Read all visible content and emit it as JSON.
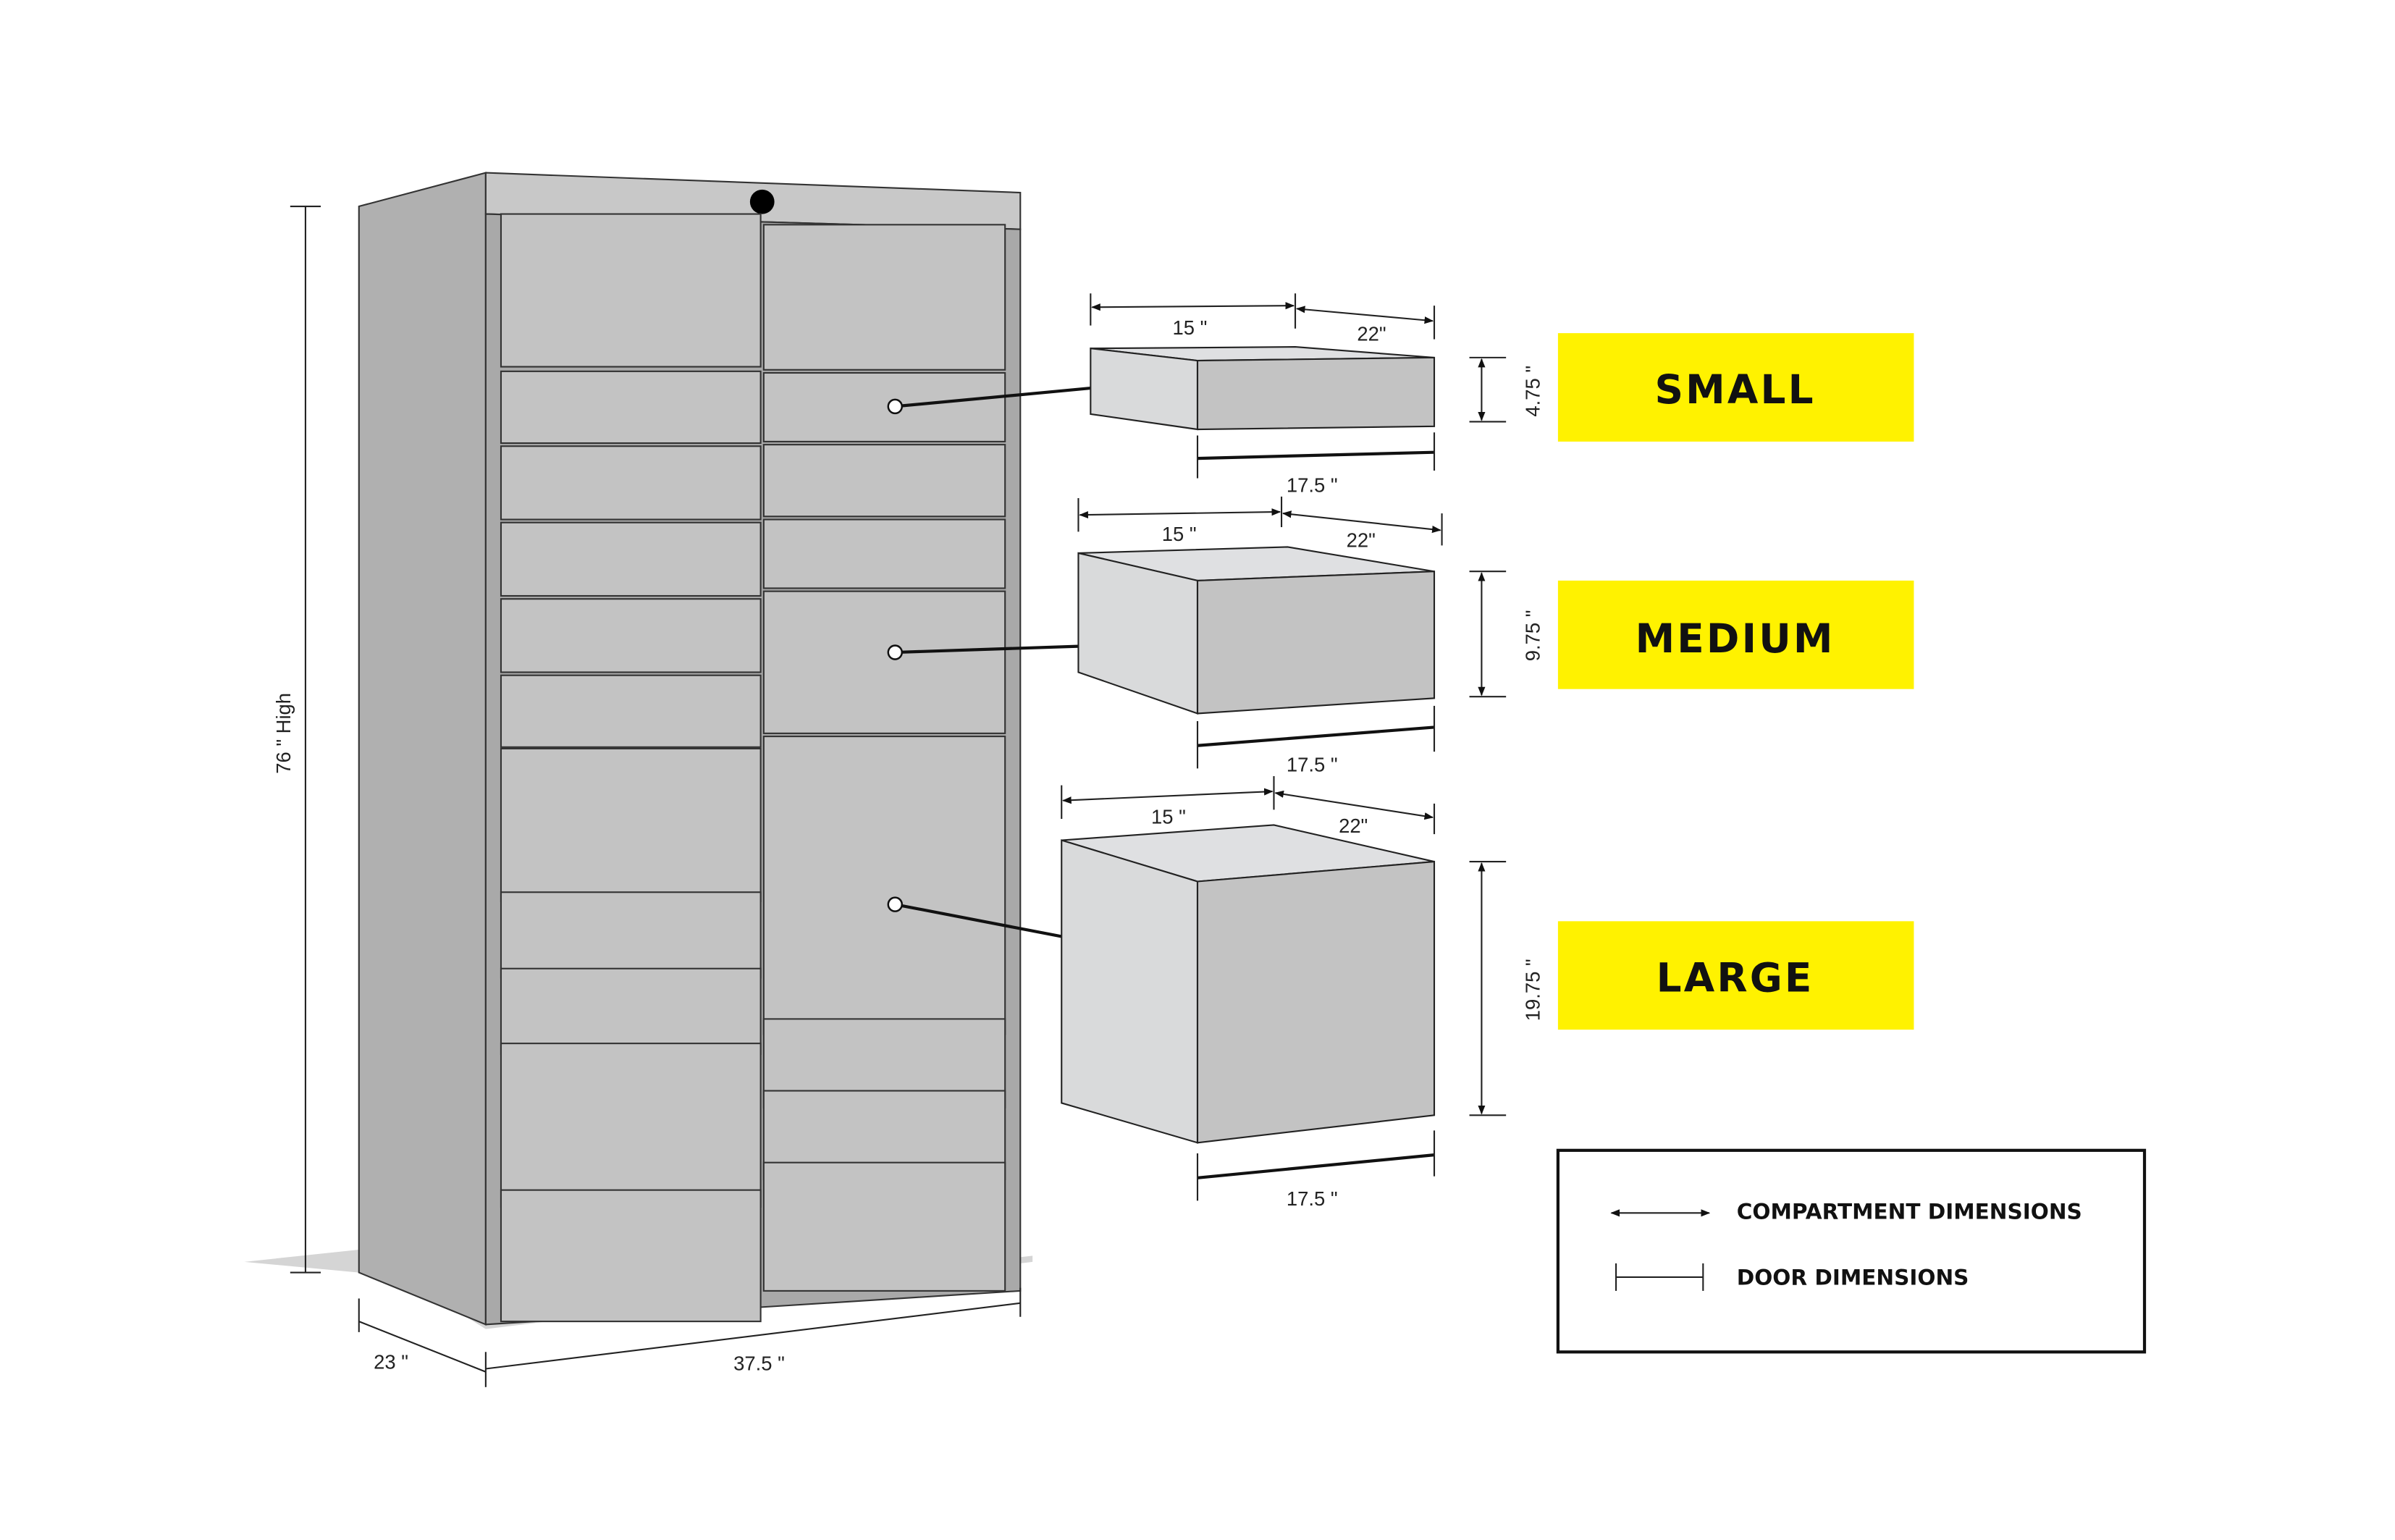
{
  "locker": {
    "height_label": "76 \" High",
    "depth_label": "23 \"",
    "width_label": "37.5 \""
  },
  "sizes": [
    {
      "name": "SMALL",
      "width_label": "15 \"",
      "depth_label": "22\"",
      "height_label": "4.75 \"",
      "door_label": "17.5 \""
    },
    {
      "name": "MEDIUM",
      "width_label": "15 \"",
      "depth_label": "22\"",
      "height_label": "9.75 \"",
      "door_label": "17.5 \""
    },
    {
      "name": "LARGE",
      "width_label": "15 \"",
      "depth_label": "22\"",
      "height_label": "19.75 \"",
      "door_label": "17.5 \""
    }
  ],
  "legend": {
    "compartment": "COMPARTMENT DIMENSIONS",
    "door": "DOOR DIMENSIONS"
  },
  "colors": {
    "highlight": "#fff200",
    "door": "#c3c3c3",
    "side": "#b0b0b0",
    "box_left": "#d9dadb",
    "box_top": "#dfe0e2"
  }
}
